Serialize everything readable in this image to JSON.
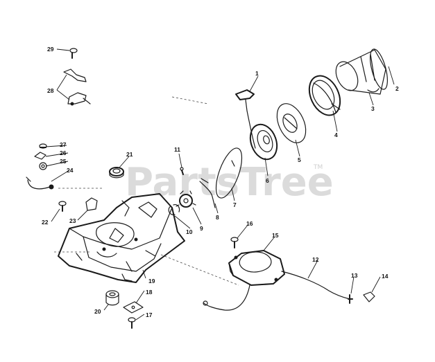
{
  "watermark": {
    "text": "PartsTree",
    "mark": "TM"
  },
  "callouts": [
    {
      "id": "1",
      "label": "1"
    },
    {
      "id": "2",
      "label": "2"
    },
    {
      "id": "3",
      "label": "3"
    },
    {
      "id": "4",
      "label": "4"
    },
    {
      "id": "5",
      "label": "5"
    },
    {
      "id": "6",
      "label": "6"
    },
    {
      "id": "7",
      "label": "7"
    },
    {
      "id": "8",
      "label": "8"
    },
    {
      "id": "9",
      "label": "9"
    },
    {
      "id": "10",
      "label": "10"
    },
    {
      "id": "11",
      "label": "11"
    },
    {
      "id": "12",
      "label": "12"
    },
    {
      "id": "13",
      "label": "13"
    },
    {
      "id": "14",
      "label": "14"
    },
    {
      "id": "15",
      "label": "15"
    },
    {
      "id": "16",
      "label": "16"
    },
    {
      "id": "17",
      "label": "17"
    },
    {
      "id": "18",
      "label": "18"
    },
    {
      "id": "19",
      "label": "19"
    },
    {
      "id": "20",
      "label": "20"
    },
    {
      "id": "21",
      "label": "21"
    },
    {
      "id": "22",
      "label": "22"
    },
    {
      "id": "23",
      "label": "23"
    },
    {
      "id": "24",
      "label": "24"
    },
    {
      "id": "25",
      "label": "25"
    },
    {
      "id": "26",
      "label": "26"
    },
    {
      "id": "27",
      "label": "27"
    },
    {
      "id": "28",
      "label": "28"
    },
    {
      "id": "29",
      "label": "29"
    }
  ]
}
